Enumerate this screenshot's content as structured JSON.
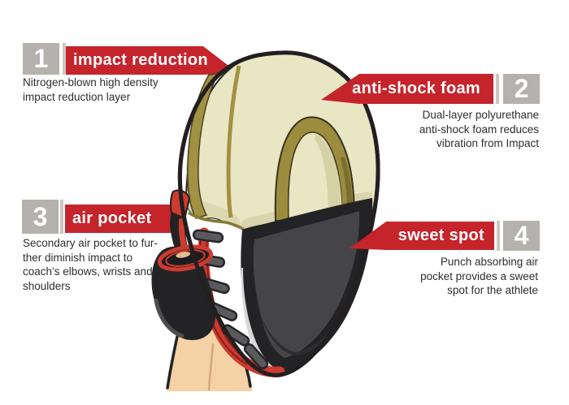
{
  "callouts": [
    {
      "number": "1",
      "title": "impact reduction",
      "description": "Nitrogen-blown high density\nimpact reduction layer"
    },
    {
      "number": "2",
      "title": "anti-shock foam",
      "description": "Dual-layer polyurethane\nanti-shock foam reduces\nvibration from Impact"
    },
    {
      "number": "3",
      "title": "air pocket",
      "description": "Secondary air pocket to fur-\nther diminish impact to\ncoach’s elbows, wrists and\nshoulders"
    },
    {
      "number": "4",
      "title": "sweet spot",
      "description": "Punch absorbing air\npocket provides a sweet\nspot for the athlete"
    }
  ],
  "illustration": {
    "subject": "focus punch mitt worn on a hand",
    "parts": [
      "impact reduction layer",
      "anti-shock foam dome",
      "handle arch opening",
      "laced air pocket panel",
      "sweet spot striking pad",
      "wrist cuff",
      "forearm"
    ]
  },
  "palette": {
    "banner_red": "#c5242b",
    "square_gray": "#b5b1ad",
    "divider_gray": "#cbc8c4",
    "text_dark": "#2e2e2e",
    "foam_cream": "#e9e6c4",
    "foam_shadow": "#d9d4ab",
    "stripe_olive": "#a19143",
    "pad_black": "#232325",
    "pad_gray": "#454548",
    "lace_red": "#ce3b2f",
    "loop_gray": "#5a5a5d",
    "skin": "#f4d2a6"
  }
}
